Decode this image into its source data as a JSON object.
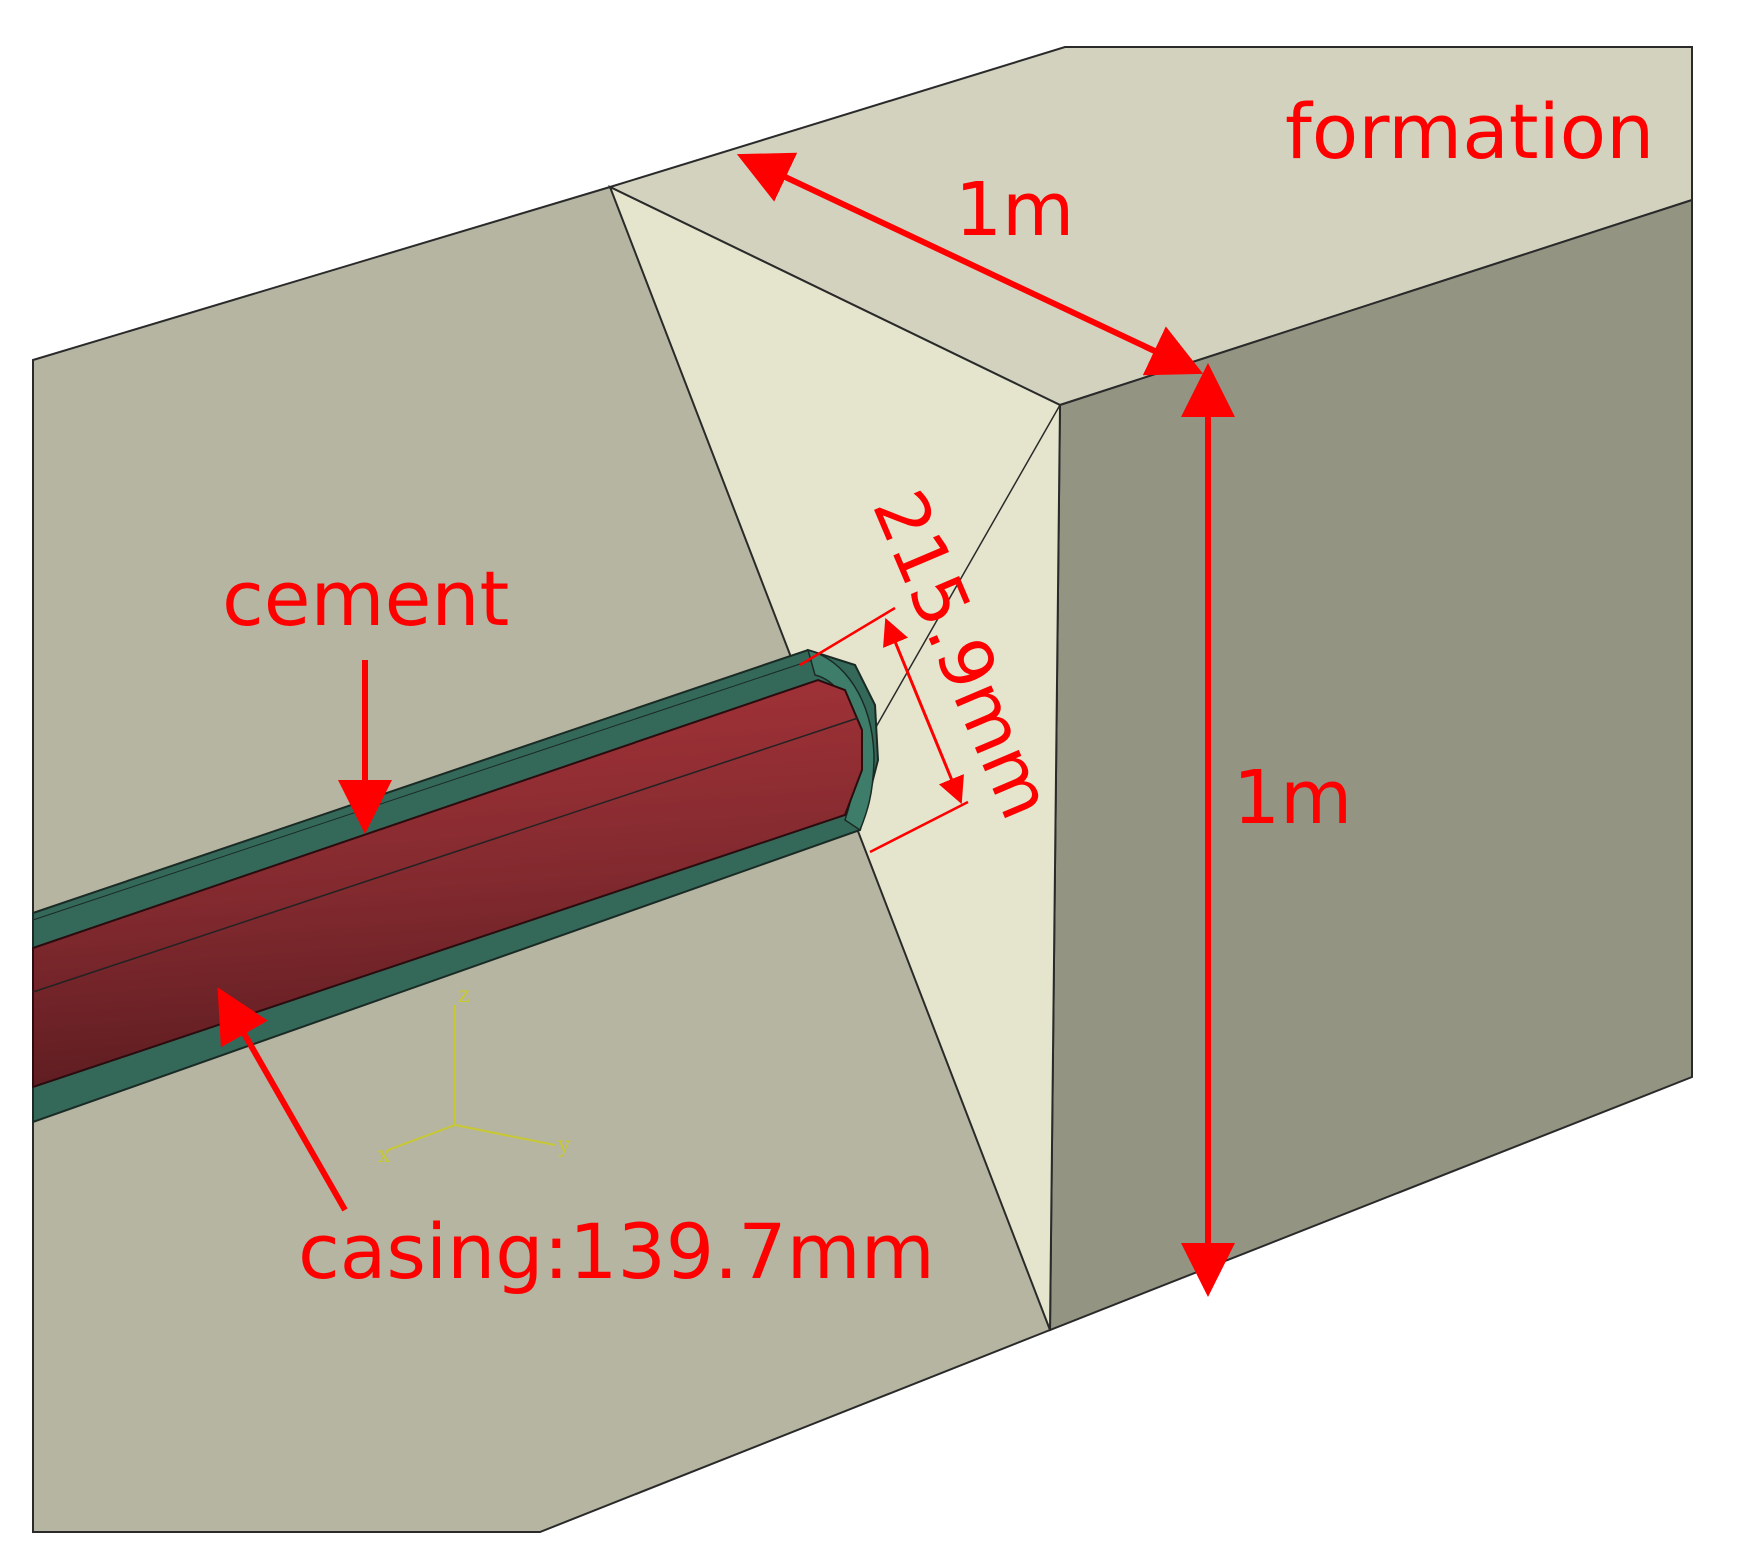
{
  "labels": {
    "formation": "formation",
    "width": "1m",
    "height": "1m",
    "hole_diameter": "215.9mm",
    "cement": "cement",
    "casing": "casing:139.7mm"
  },
  "axes": {
    "z": "z",
    "x": "x",
    "y": "y"
  },
  "colors": {
    "annotation": "#ff0000",
    "formation_left_face": "#b5b5a1",
    "formation_top_face": "#d2d2be",
    "formation_right_face": "#949483",
    "cut_face": "#e5e5ce",
    "cement": "#34695a",
    "casing": "#9a2f34",
    "triad": "#c8c832"
  }
}
